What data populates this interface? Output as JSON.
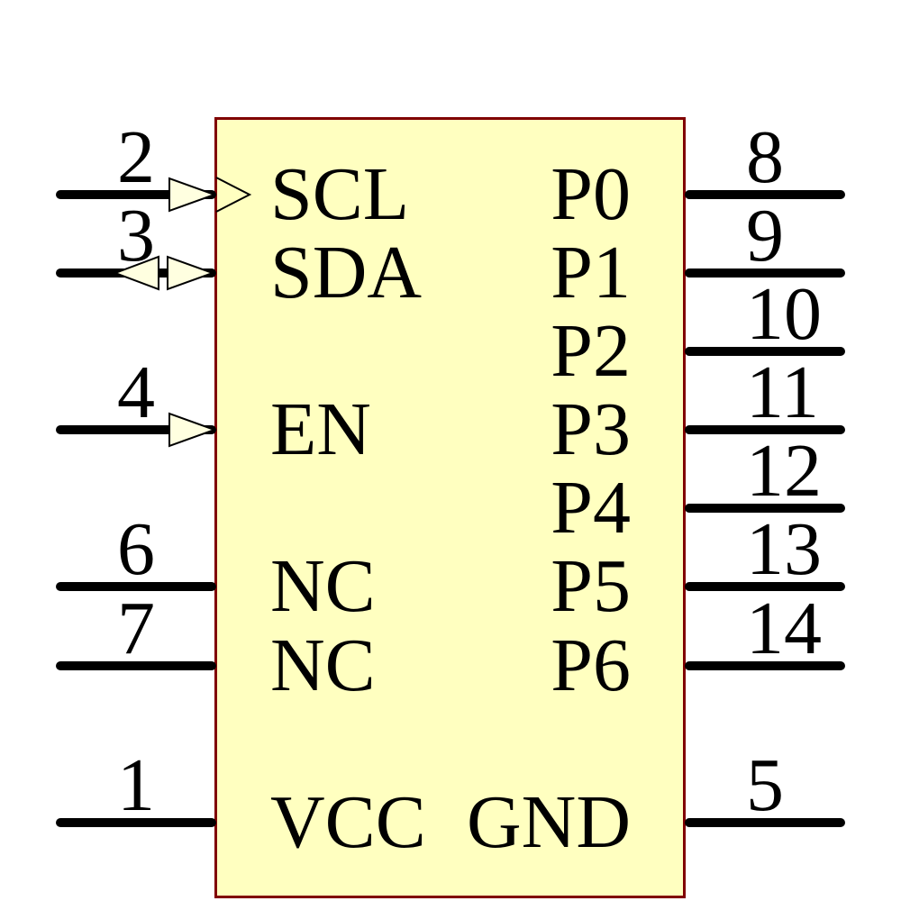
{
  "diagram": {
    "type": "ic-schematic-pin-diagram",
    "colors": {
      "background": "#FFFFFF",
      "body_fill": "#FFFFC0",
      "body_border": "#800000",
      "arrow_fill": "#FFFFE0",
      "wire": "#000000",
      "text": "#000000"
    }
  },
  "pins": {
    "left": [
      {
        "number": "2",
        "label": "SCL",
        "symbol": "clock-input-arrow"
      },
      {
        "number": "3",
        "label": "SDA",
        "symbol": "bidirectional-arrow"
      },
      {
        "number": "4",
        "label": "EN",
        "symbol": "input-arrow"
      },
      {
        "number": "6",
        "label": "NC",
        "symbol": "none"
      },
      {
        "number": "7",
        "label": "NC",
        "symbol": "none"
      },
      {
        "number": "1",
        "label": "VCC",
        "symbol": "none"
      }
    ],
    "right": [
      {
        "number": "8",
        "label": "P0"
      },
      {
        "number": "9",
        "label": "P1"
      },
      {
        "number": "10",
        "label": "P2"
      },
      {
        "number": "11",
        "label": "P3"
      },
      {
        "number": "12",
        "label": "P4"
      },
      {
        "number": "13",
        "label": "P5"
      },
      {
        "number": "14",
        "label": "P6"
      },
      {
        "number": "5",
        "label": "GND"
      }
    ]
  }
}
